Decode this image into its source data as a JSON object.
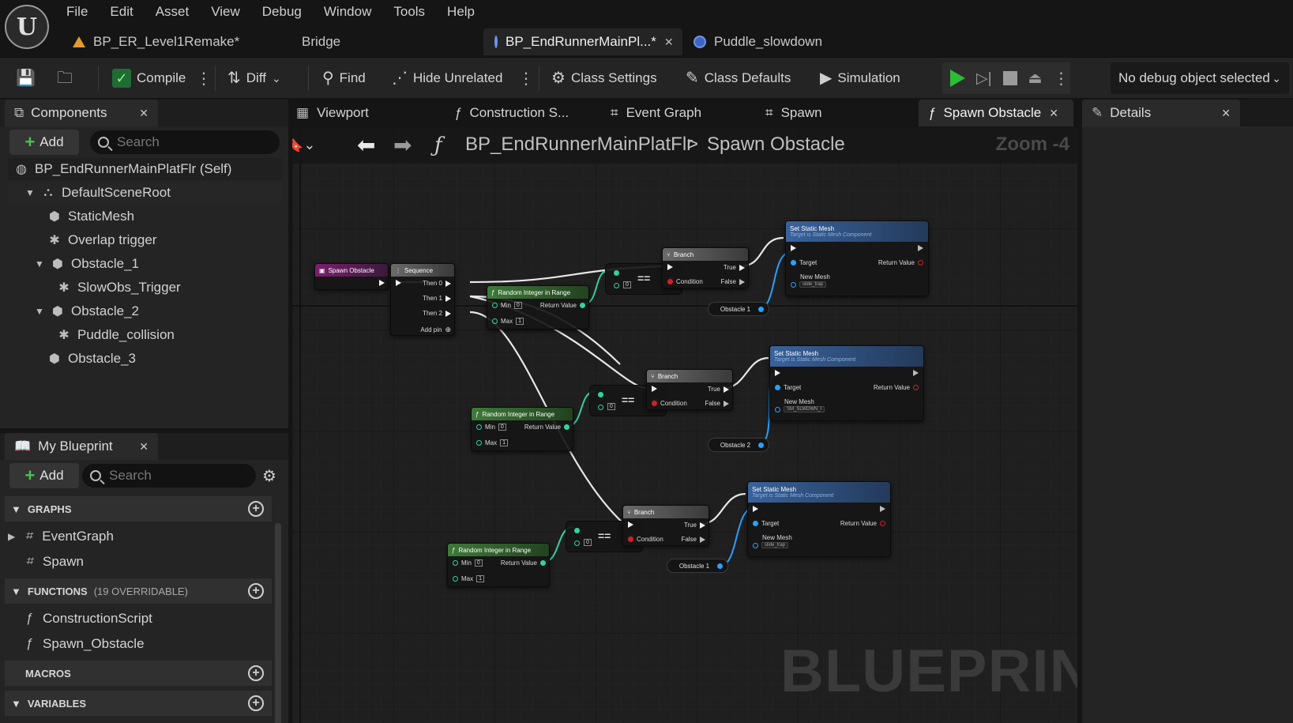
{
  "menu": [
    "File",
    "Edit",
    "Asset",
    "View",
    "Debug",
    "Window",
    "Tools",
    "Help"
  ],
  "document_tabs": [
    {
      "label": "BP_ER_Level1Remake*",
      "icon": "warning-level-icon"
    },
    {
      "label": "Bridge",
      "icon": "none"
    },
    {
      "label": "BP_EndRunnerMainPl...*",
      "icon": "blueprint-icon",
      "active": true,
      "closable": true
    },
    {
      "label": "Puddle_slowdown",
      "icon": "blueprint-icon"
    }
  ],
  "toolbar": {
    "compile": "Compile",
    "diff": "Diff",
    "find": "Find",
    "hide_unrelated": "Hide Unrelated",
    "class_settings": "Class Settings",
    "class_defaults": "Class Defaults",
    "simulation": "Simulation",
    "debug_object": "No debug object selected"
  },
  "components": {
    "title": "Components",
    "add_label": "Add",
    "search_placeholder": "Search",
    "tree": [
      {
        "label": "BP_EndRunnerMainPlatFlr (Self)",
        "depth": 0,
        "icon": "actor-icon"
      },
      {
        "label": "DefaultSceneRoot",
        "depth": 1,
        "icon": "scene-root-icon",
        "expanded": true
      },
      {
        "label": "StaticMesh",
        "depth": 2,
        "icon": "static-mesh-icon"
      },
      {
        "label": "Overlap trigger",
        "depth": 2,
        "icon": "trigger-icon"
      },
      {
        "label": "Obstacle_1",
        "depth": 2,
        "icon": "static-mesh-icon",
        "expanded": true
      },
      {
        "label": "SlowObs_Trigger",
        "depth": 3,
        "icon": "trigger-icon"
      },
      {
        "label": "Obstacle_2",
        "depth": 2,
        "icon": "static-mesh-icon",
        "expanded": true
      },
      {
        "label": "Puddle_collision",
        "depth": 3,
        "icon": "trigger-icon"
      },
      {
        "label": "Obstacle_3",
        "depth": 2,
        "icon": "static-mesh-icon"
      }
    ]
  },
  "my_blueprint": {
    "title": "My Blueprint",
    "add_label": "Add",
    "search_placeholder": "Search",
    "sections": {
      "graphs": "GRAPHS",
      "functions": "FUNCTIONS",
      "functions_sub": "(19 OVERRIDABLE)",
      "macros": "MACROS",
      "variables": "VARIABLES"
    },
    "graphs": [
      "EventGraph",
      "Spawn"
    ],
    "functions": [
      "ConstructionScript",
      "Spawn_Obstacle"
    ]
  },
  "graph_tabs": [
    {
      "label": "Viewport",
      "icon": "viewport-icon"
    },
    {
      "label": "Construction S...",
      "icon": "function-icon"
    },
    {
      "label": "Event Graph",
      "icon": "event-graph-icon"
    },
    {
      "label": "Spawn",
      "icon": "event-graph-icon"
    },
    {
      "label": "Spawn Obstacle",
      "icon": "function-icon",
      "active": true,
      "closable": true
    }
  ],
  "graph": {
    "breadcrumb_root": "BP_EndRunnerMainPlatFlr",
    "breadcrumb_sep": ">",
    "breadcrumb_func": "Spawn Obstacle",
    "zoom": "Zoom -4",
    "watermark": "BLUEPRINT",
    "nodes": {
      "entry": "Spawn Obstacle",
      "sequence": "Sequence",
      "then0": "Then 0",
      "then1": "Then 1",
      "then2": "Then 2",
      "add_pin": "Add pin",
      "random": "Random Integer in Range",
      "min": "Min",
      "max": "Max",
      "min_val": "0",
      "max_val": "1",
      "return_value": "Return Value",
      "branch": "Branch",
      "condition": "Condition",
      "true": "True",
      "false": "False",
      "eq": "==",
      "set_mesh": "Set Static Mesh",
      "set_mesh_sub": "Target is Static Mesh Component",
      "target": "Target",
      "new_mesh": "New Mesh",
      "mesh1": "slide_trap",
      "mesh2": "SM_SLWDWN_I",
      "mesh3": "slide_trap",
      "var1": "Obstacle 1",
      "var2": "Obstacle 2",
      "var3": "Obstacle 1"
    }
  },
  "details": {
    "title": "Details"
  }
}
